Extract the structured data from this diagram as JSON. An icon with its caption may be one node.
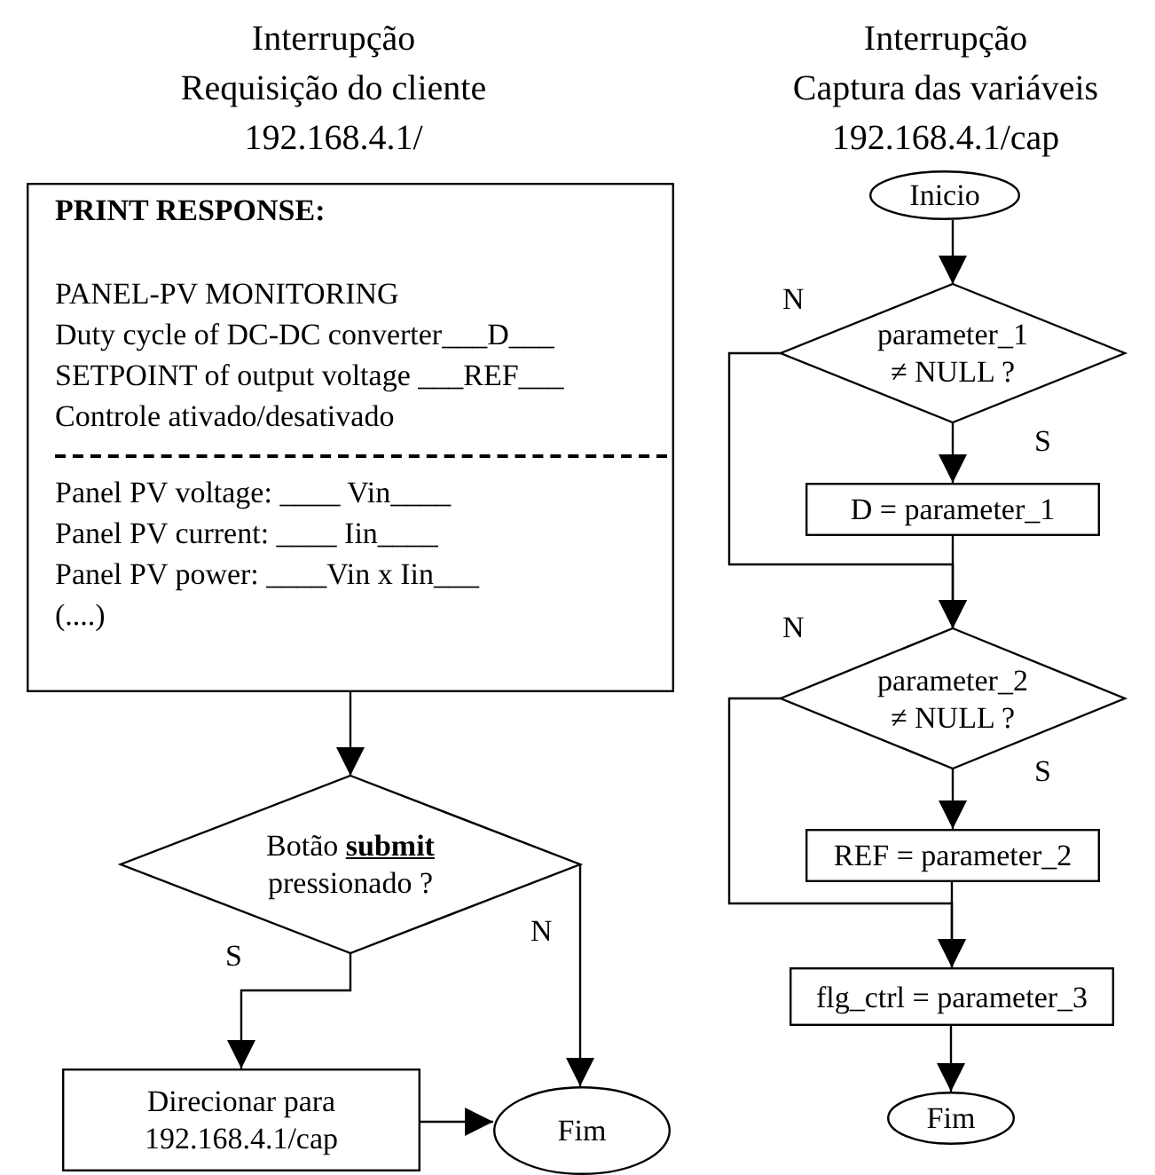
{
  "diagram": {
    "nodes": [
      {
        "text": [
          "PRINT RESPONSE:",
          "PANEL-PV MONITORING",
          "Duty cycle of DC-DC converter___D___",
          "SETPOINT of output voltage ___REF___",
          "Controle ativado/desativado",
          "Panel PV voltage: ____ Vin____",
          "Panel PV current: ____ Iin____",
          "Panel PV power:  ____Vin x Iin___",
          "(....)"
        ]
      },
      {
        "text": [
          "Botão **submit** pressionado ?"
        ]
      },
      {
        "text": [
          "Direcionar para 192.168.4.1/cap"
        ]
      },
      {
        "text": [
          "Fim"
        ]
      },
      {
        "text": [
          "Inicio"
        ]
      },
      {
        "text": [
          "parameter_1 ≠ NULL ?"
        ]
      },
      {
        "text": [
          "D = parameter_1"
        ]
      },
      {
        "text": [
          "parameter_2 ≠ NULL ?"
        ]
      },
      {
        "text": [
          "REF = parameter_2"
        ]
      },
      {
        "text": [
          "flg_ctrl = parameter_3"
        ]
      },
      {
        "text": [
          "Fim"
        ]
      }
    ],
    "edges": [
      {
        "from": 0,
        "to": 1,
        "arrow": "to"
      },
      {
        "from": 1,
        "to": 2,
        "arrow": "to",
        "label": "S"
      },
      {
        "from": 1,
        "to": 3,
        "arrow": "to",
        "label": "N"
      },
      {
        "from": 2,
        "to": 3,
        "arrow": "to"
      },
      {
        "from": 4,
        "to": 5,
        "arrow": "to"
      },
      {
        "from": 5,
        "to": 6,
        "arrow": "to",
        "label": "S"
      },
      {
        "from": 6,
        "to": 7,
        "arrow": "to"
      },
      {
        "from": 5,
        "to": 7,
        "arrow": "to",
        "label": "N"
      },
      {
        "from": 7,
        "to": 8,
        "arrow": "to",
        "label": "S"
      },
      {
        "from": 8,
        "to": 9,
        "arrow": "to"
      },
      {
        "from": 7,
        "to": 9,
        "arrow": "to",
        "label": "N"
      },
      {
        "from": 9,
        "to": 10,
        "arrow": "to"
      }
    ],
    "labels": [
      "Interrupção",
      "Requisição do cliente",
      "192.168.4.1/",
      "Interrupção",
      "Captura das variáveis",
      "192.168.4.1/cap"
    ]
  }
}
